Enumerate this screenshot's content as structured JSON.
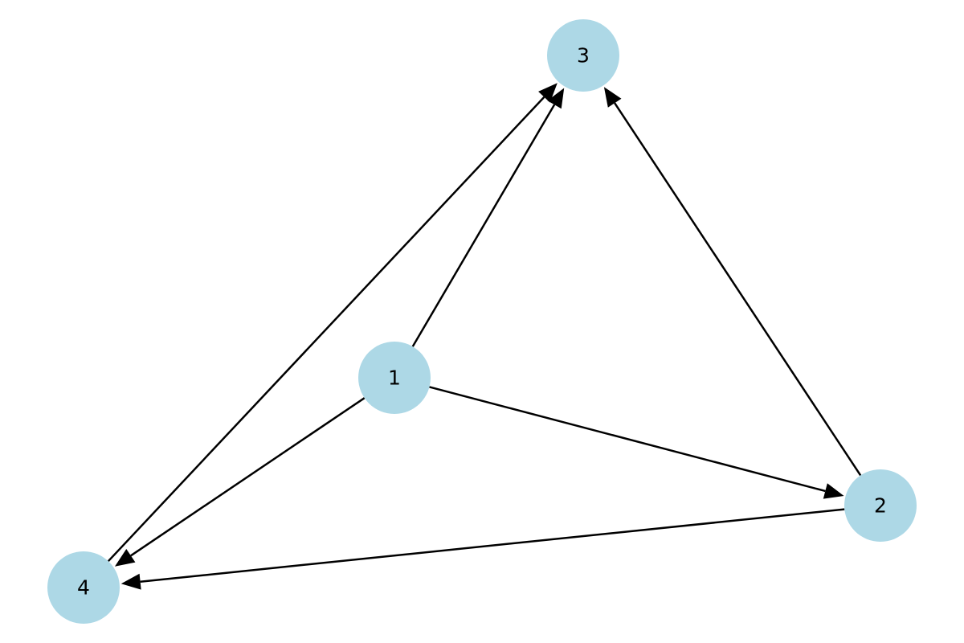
{
  "graph": {
    "directed": true,
    "node_color": "#add8e6",
    "edge_color": "#000000",
    "nodes": [
      {
        "id": "1",
        "label": "1"
      },
      {
        "id": "2",
        "label": "2"
      },
      {
        "id": "3",
        "label": "3"
      },
      {
        "id": "4",
        "label": "4"
      }
    ],
    "edges": [
      {
        "source": "1",
        "target": "2"
      },
      {
        "source": "1",
        "target": "3"
      },
      {
        "source": "1",
        "target": "4"
      },
      {
        "source": "2",
        "target": "3"
      },
      {
        "source": "2",
        "target": "4"
      },
      {
        "source": "4",
        "target": "3"
      }
    ]
  }
}
